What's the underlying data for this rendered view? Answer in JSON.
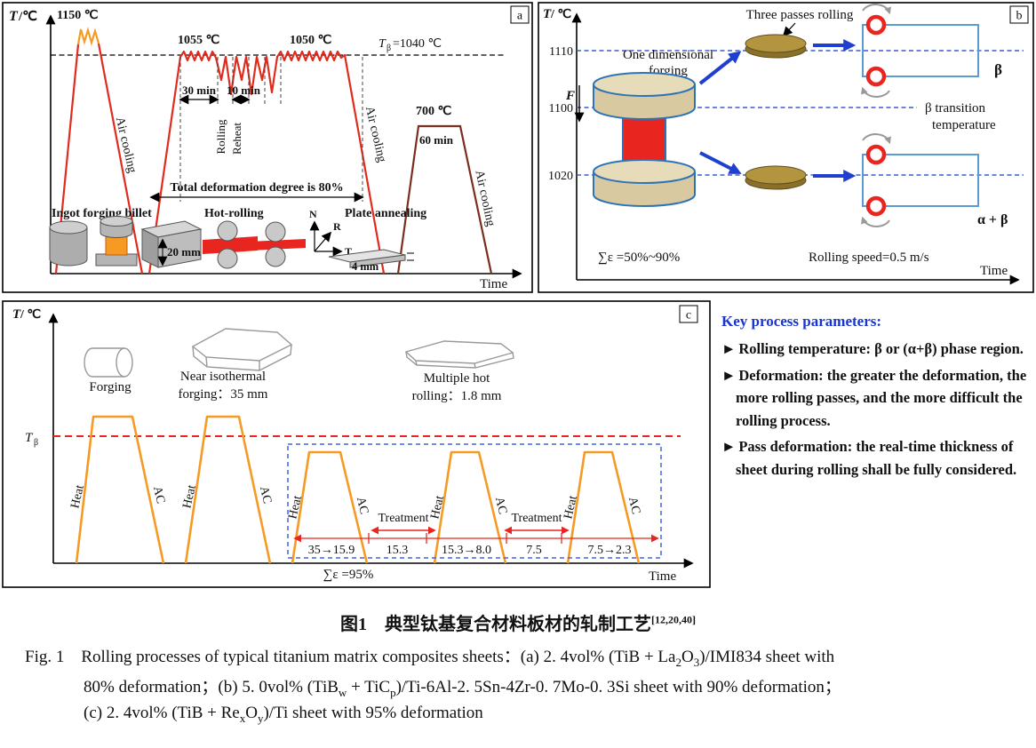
{
  "panel_a": {
    "tag": "a",
    "axis_T": "T",
    "axis_unit": "/℃",
    "axis_time": "Time",
    "t1150": "1150 ℃",
    "t1055": "1055 ℃",
    "t1050": "1050 ℃",
    "tbeta_T": "T",
    "tbeta_sub": "β",
    "tbeta_val": "=1040 ℃",
    "t700": "700 ℃",
    "min30": "30 min",
    "min10": "10 min",
    "min60": "60 min",
    "rolling": "Rolling",
    "reheat": "Reheat",
    "air": "Air cooling",
    "total_def": "Total deformation degree is 80%",
    "ingot": "Ingot forging billet",
    "hot_rolling": "Hot-rolling",
    "plate_annealing": "Plate annealing",
    "mm20": "20 mm",
    "mm4": "4 mm",
    "N": "N",
    "R": "R",
    "T_label": "T"
  },
  "panel_b": {
    "tag": "b",
    "axis_T": "T",
    "axis_unit": "/ ℃",
    "axis_time": "Time",
    "tick_1110": "1110",
    "tick_1100": "1100",
    "tick_1020": "1020",
    "three_passes": "Three passes rolling",
    "one_dim_1": "One dimensional",
    "one_dim_2": "forging",
    "F": "F",
    "beta": "β",
    "alpha_beta": "α + β",
    "beta_trans_1": "β transition",
    "beta_trans_2": "temperature",
    "strain": "∑ε =50%~90%",
    "speed": "Rolling speed=0.5 m/s"
  },
  "panel_c": {
    "tag": "c",
    "axis_T": "T",
    "axis_unit": "/ ℃",
    "axis_time": "Time",
    "tbeta_T": "T",
    "tbeta_sub": "β",
    "forging": "Forging",
    "near_iso_1": "Near isothermal",
    "near_iso_2": "forging：35 mm",
    "multi_1": "Multiple hot",
    "multi_2": "rolling：1.8 mm",
    "heat": "Heat",
    "ac": "AC",
    "treatment": "Treatment",
    "seg1": "35→15.9",
    "seg2": "15.3",
    "seg3": "15.3→8.0",
    "seg4": "7.5",
    "seg5": "7.5→2.3",
    "strain": "∑ε =95%"
  },
  "key_params": {
    "title": "Key process parameters:",
    "bullet": "►",
    "item1": "Rolling temperature: β or (α+β) phase region.",
    "item2": "Deformation: the greater the deformation, the more rolling passes, and the more difficult the rolling process.",
    "item3": "Pass deformation: the real-time thickness of sheet during rolling shall be fully considered."
  },
  "caption": {
    "cn": "图1　典型钛基复合材料板材的轧制工艺",
    "cn_ref": "[12,20,40]",
    "en1_a": "Fig. 1　Rolling processes of typical titanium matrix composites sheets：(a) 2. 4vol% (TiB + La",
    "en1_s1": "2",
    "en1_b": "O",
    "en1_s2": "3",
    "en1_c": ")/IMI834 sheet with",
    "en2_a": "80% deformation；(b) 5. 0vol% (TiB",
    "en2_s1": "w",
    "en2_b": " + TiC",
    "en2_s2": "p",
    "en2_c": ")/Ti-6Al-2. 5Sn-4Zr-0. 7Mo-0. 3Si sheet with 90% deformation；",
    "en3_a": "(c) 2. 4vol% (TiB + Re",
    "en3_s1": "x",
    "en3_b": "O",
    "en3_s2": "y",
    "en3_c": ")/Ti sheet with 95% deformation"
  },
  "colors": {
    "curve_red": "#e02b1d",
    "curve_orange": "#f59a23",
    "curve_maroon": "#7a2e1d",
    "dashed_blue": "#3a5fcd",
    "accent_red": "#e8251f",
    "key_title_blue": "#1a35cc",
    "die_tan": "#e7dcba",
    "disc_olive": "#b3953f"
  }
}
